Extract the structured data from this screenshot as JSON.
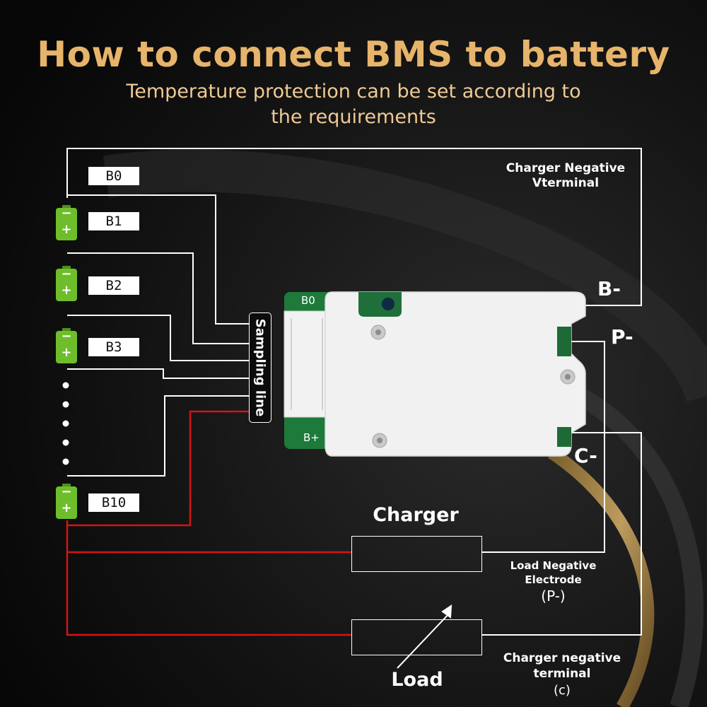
{
  "title": "How to connect BMS to battery",
  "subtitle_line1": "Temperature protection can be set according to",
  "subtitle_line2": "the requirements",
  "cell_labels": [
    "B0",
    "B1",
    "B2",
    "B3",
    "B10"
  ],
  "battery_signs": {
    "minus": "−",
    "plus": "+"
  },
  "board_labels": {
    "b0": "B0",
    "bplus": "B+"
  },
  "sampling_label": "Sampling line",
  "terminals": {
    "b_minus": "B-",
    "p_minus": "P-",
    "c_minus": "C-"
  },
  "annotations": {
    "charger_negative_v_line1": "Charger Negative",
    "charger_negative_v_line2": "Vterminal",
    "load_negative_line1": "Load Negative",
    "load_negative_line2": "Electrode",
    "load_negative_line3": "(P-)",
    "charger_negative_t_line1": "Charger negative",
    "charger_negative_t_line2": "terminal",
    "charger_negative_t_line3": "(c)"
  },
  "charger_label": "Charger",
  "load_label": "Load",
  "colors": {
    "title": "#e7b46b",
    "wire_white": "#ffffff",
    "wire_red": "#d41414",
    "battery_green": "#6ebd2a",
    "board": "#ededed"
  }
}
